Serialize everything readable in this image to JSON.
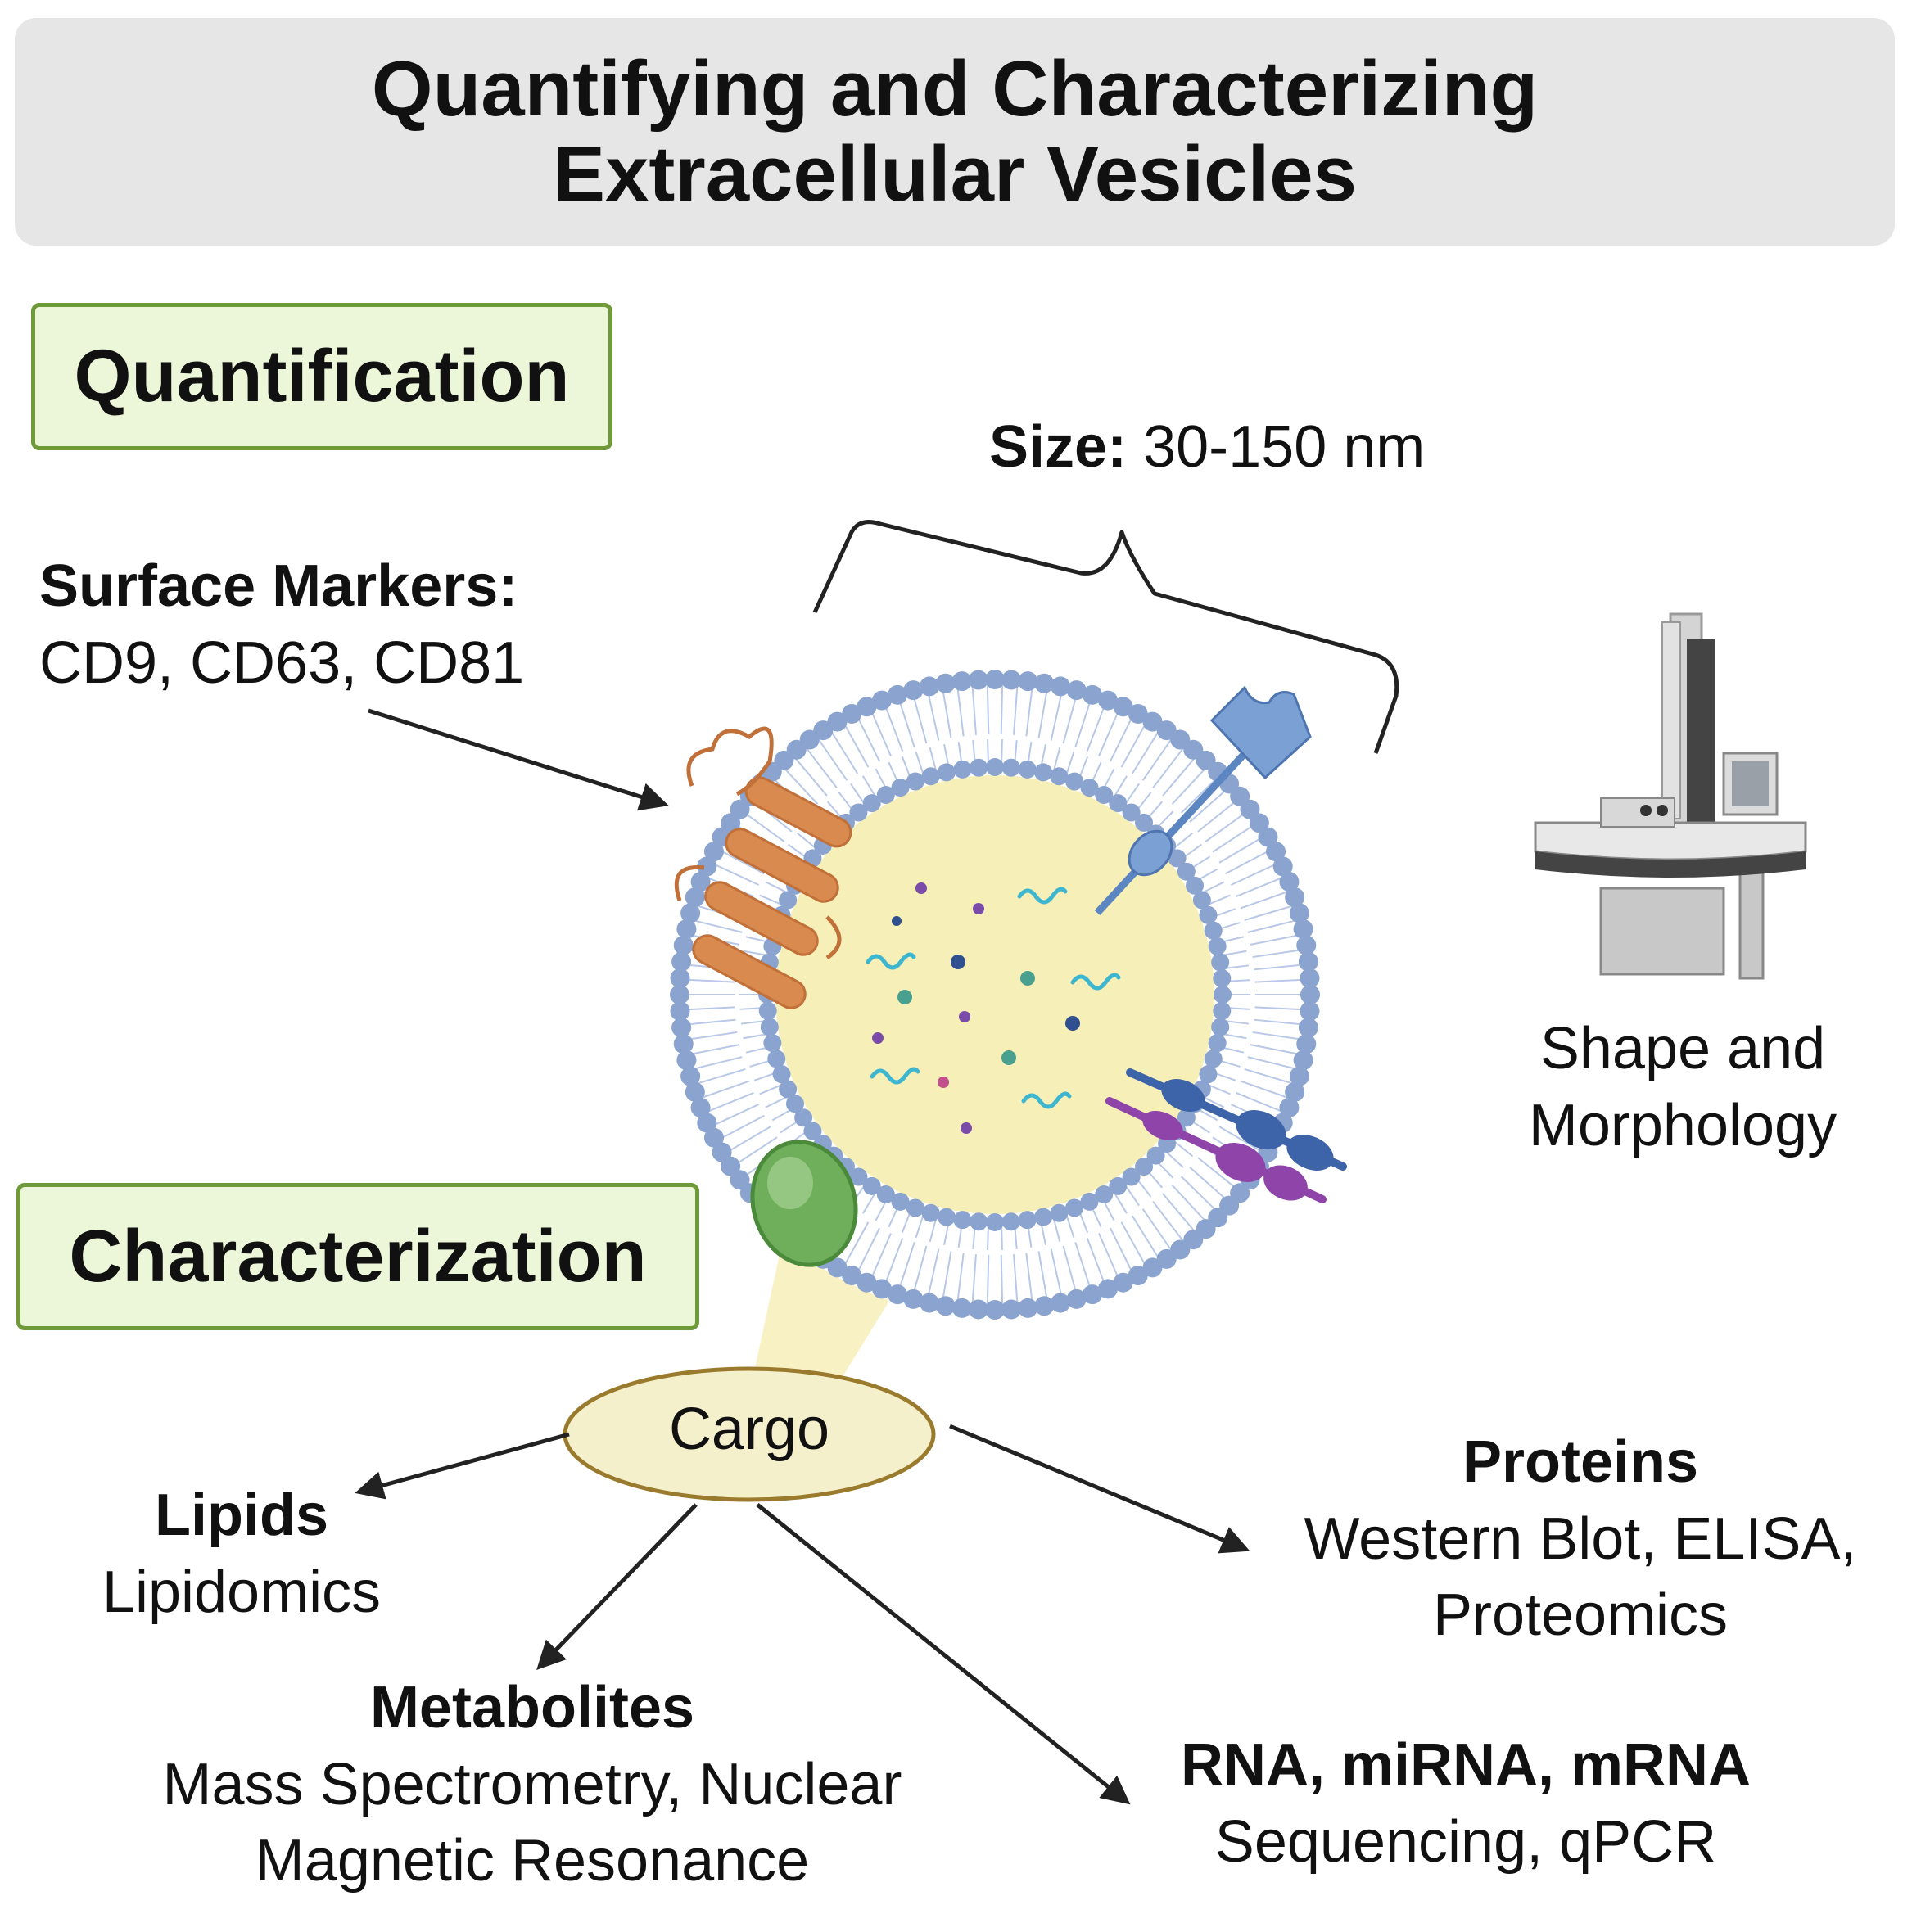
{
  "title": {
    "line1": "Quantifying and Characterizing",
    "line2": "Extracellular Vesicles"
  },
  "sections": {
    "quantification": "Quantification",
    "characterization": "Characterization"
  },
  "surface_markers": {
    "heading": "Surface Markers:",
    "detail": "CD9, CD63, CD81"
  },
  "size": {
    "heading": "Size:",
    "detail": "30-150 nm"
  },
  "shape": {
    "line1": "Shape and",
    "line2": "Morphology"
  },
  "cargo": {
    "label": "Cargo"
  },
  "lipids": {
    "heading": "Lipids",
    "detail": "Lipidomics"
  },
  "proteins": {
    "heading": "Proteins",
    "line1": "Western Blot, ELISA,",
    "line2": "Proteomics"
  },
  "metabolites": {
    "heading": "Metabolites",
    "line1": "Mass Spectrometry, Nuclear",
    "line2": "Magnetic Resonance"
  },
  "rna": {
    "heading": "RNA, miRNA, mRNA",
    "detail": "Sequencing, qPCR"
  },
  "icons": {
    "vesicle": "extracellular-vesicle-icon",
    "microscope": "electron-microscope-icon"
  },
  "colors": {
    "title_bg": "#e6e6e6",
    "section_bg": "#ecf6d9",
    "section_border": "#6f9a3a",
    "lipid_head": "#8aa3cf",
    "lumen": "#f7efb8",
    "tetraspanin": "#d98a4f"
  }
}
